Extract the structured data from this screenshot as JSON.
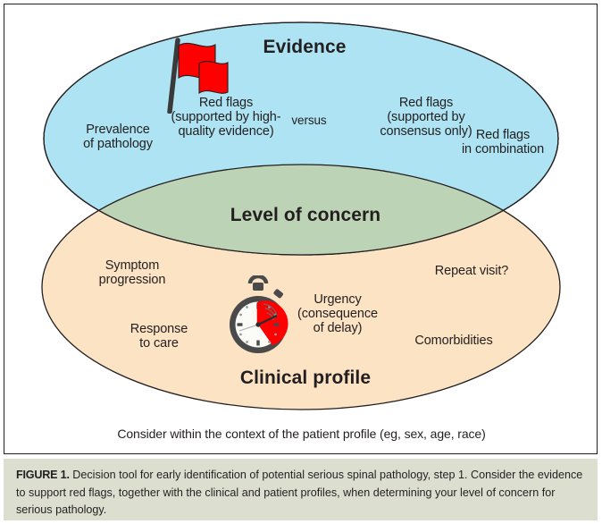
{
  "figure": {
    "colors": {
      "evidence_fill": "#ADE3F2",
      "clinical_fill": "#FBE3C4",
      "overlap_fill": "#BDD3B5",
      "outline": "#231f20",
      "flag_red": "#FF0000",
      "watch_body": "#4a4a4a",
      "caption_band": "#DCDFD0",
      "text": "#231f20"
    },
    "evidence": {
      "title": "Evidence",
      "items": [
        {
          "name": "prevalence",
          "text": "Prevalence\nof pathology"
        },
        {
          "name": "red-flags-high-quality",
          "text": "Red flags\n(supported by high-\nquality evidence)"
        },
        {
          "name": "versus",
          "text": "versus"
        },
        {
          "name": "red-flags-consensus",
          "text": "Red flags\n(supported by\nconsensus only)"
        },
        {
          "name": "red-flags-combination",
          "text": "Red flags\nin combination"
        }
      ]
    },
    "overlap": {
      "title": "Level of concern"
    },
    "clinical": {
      "title": "Clinical profile",
      "items": [
        {
          "name": "symptom-progression",
          "text": "Symptom\nprogression"
        },
        {
          "name": "response-to-care",
          "text": "Response\nto care"
        },
        {
          "name": "urgency",
          "text": "Urgency\n(consequence\nof delay)"
        },
        {
          "name": "repeat-visit",
          "text": "Repeat visit?"
        },
        {
          "name": "comorbidities",
          "text": "Comorbidities"
        }
      ]
    },
    "footnote": "Consider within the context of the patient profile (eg, sex, age, race)",
    "icons": {
      "flag": "red-flag-icon",
      "stopwatch": "stopwatch-icon"
    }
  },
  "caption": {
    "lead": "FIGURE 1.",
    "body": " Decision tool for early identification of potential serious spinal pathology, step 1. Consider the evidence to support red flags, together with the clinical and patient profiles, when determining your level of concern for serious pathology."
  }
}
